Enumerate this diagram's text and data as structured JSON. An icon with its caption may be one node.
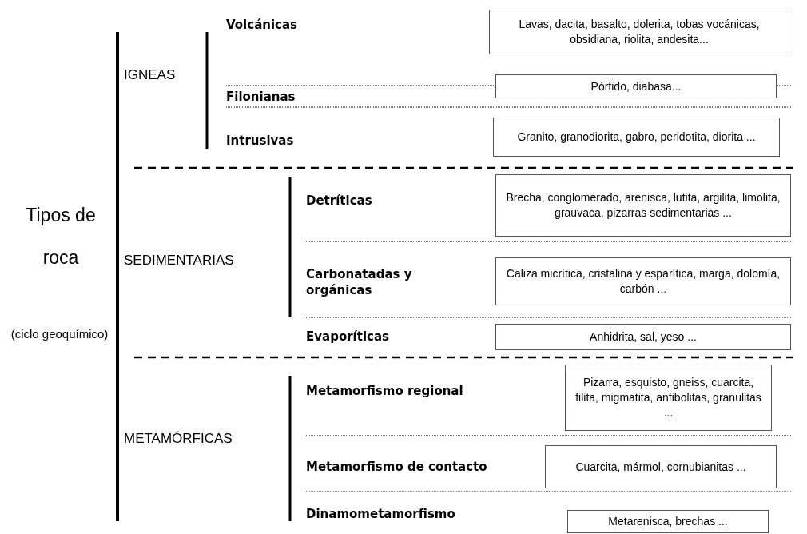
{
  "diagram": {
    "nodes": [
      {
        "text": [
          "Lavas, dacita, basalto, dolerita, tobas vocánicas, obsidiana, riolita, andesita..."
        ]
      },
      {
        "text": [
          "Pórfido, diabasa..."
        ]
      },
      {
        "text": [
          "Granito, granodiorita, gabro, peridotita, diorita ..."
        ]
      },
      {
        "text": [
          "Brecha, conglomerado, arenisca, lutita, argilita, limolita, grauvaca, pizarras sedimentarias ..."
        ]
      },
      {
        "text": [
          "Caliza micrítica, cristalina y esparítica, marga, dolomía, carbón ..."
        ]
      },
      {
        "text": [
          "Anhidrita, sal, yeso ..."
        ]
      },
      {
        "text": [
          "Pizarra, esquisto, gneiss, cuarcita, filita, migmatita, anfibolitas, granulitas ..."
        ]
      },
      {
        "text": [
          "Cuarcita, mármol, cornubianitas ..."
        ]
      },
      {
        "text": [
          "Metarenisca, brechas ..."
        ]
      }
    ],
    "labels": [
      "Tipos de roca",
      "(ciclo geoquímico)",
      "IGNEAS",
      "Volcánicas",
      "Filonianas",
      "Intrusivas",
      "SEDIMENTARIAS",
      "Detríticas",
      "Carbonatadas y orgánicas",
      "Evaporíticas",
      "METAMÓRFICAS",
      "Metamorfismo regional",
      "Metamorfismo de contacto",
      "Dinamometamorfismo"
    ]
  }
}
